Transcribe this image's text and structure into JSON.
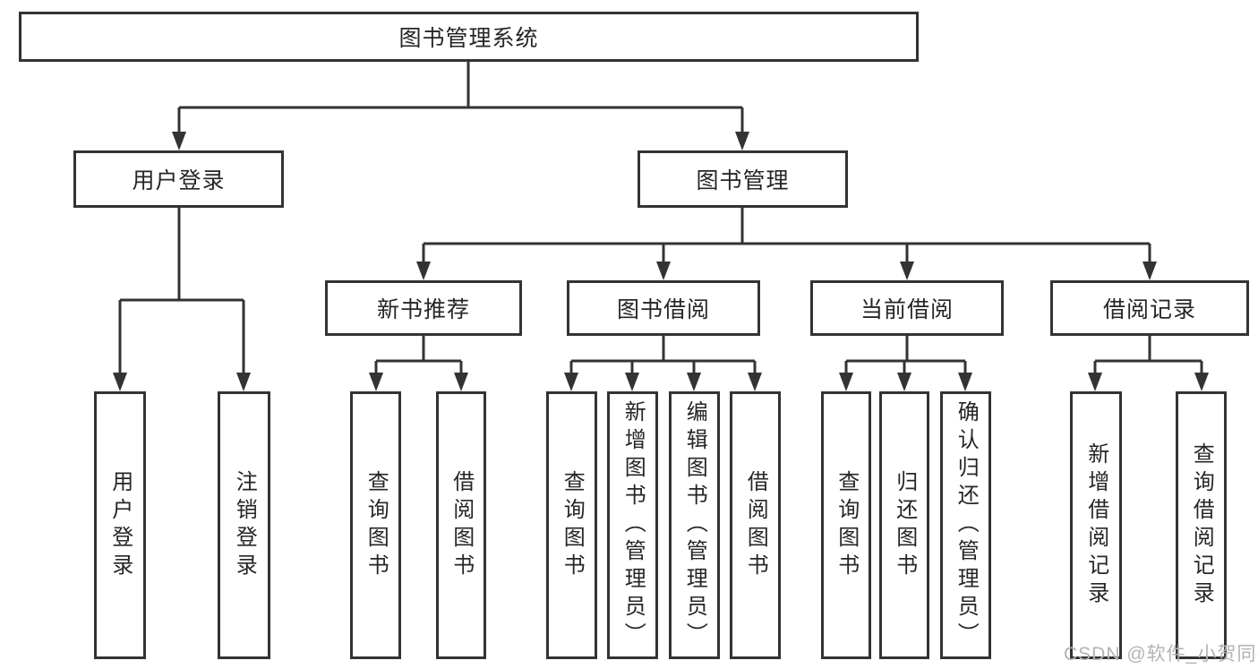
{
  "diagram": {
    "type": "tree",
    "root": {
      "label": "图书管理系统"
    },
    "level2": [
      {
        "label": "用户登录"
      },
      {
        "label": "图书管理"
      }
    ],
    "level3": [
      {
        "label": "新书推荐",
        "parent": "图书管理"
      },
      {
        "label": "图书借阅",
        "parent": "图书管理"
      },
      {
        "label": "当前借阅",
        "parent": "图书管理"
      },
      {
        "label": "借阅记录",
        "parent": "图书管理"
      }
    ],
    "leaves": [
      {
        "label": "用户登录",
        "parent": "用户登录"
      },
      {
        "label": "注销登录",
        "parent": "用户登录"
      },
      {
        "label": "查询图书",
        "parent": "新书推荐"
      },
      {
        "label": "借阅图书",
        "parent": "新书推荐"
      },
      {
        "label": "查询图书",
        "parent": "图书借阅"
      },
      {
        "label": "新增图书（管理员）",
        "parent": "图书借阅"
      },
      {
        "label": "编辑图书（管理员）",
        "parent": "图书借阅"
      },
      {
        "label": "借阅图书",
        "parent": "图书借阅"
      },
      {
        "label": "查询图书",
        "parent": "当前借阅"
      },
      {
        "label": "归还图书",
        "parent": "当前借阅"
      },
      {
        "label": "确认归还（管理员）",
        "parent": "当前借阅"
      },
      {
        "label": "新增借阅记录",
        "parent": "借阅记录"
      },
      {
        "label": "查询借阅记录",
        "parent": "借阅记录"
      }
    ],
    "watermark": "CSDN @软件_小贺同学",
    "colors": {
      "line": "#333333",
      "text": "#262626",
      "watermark": "#b3b3b3",
      "background": "#ffffff"
    }
  }
}
